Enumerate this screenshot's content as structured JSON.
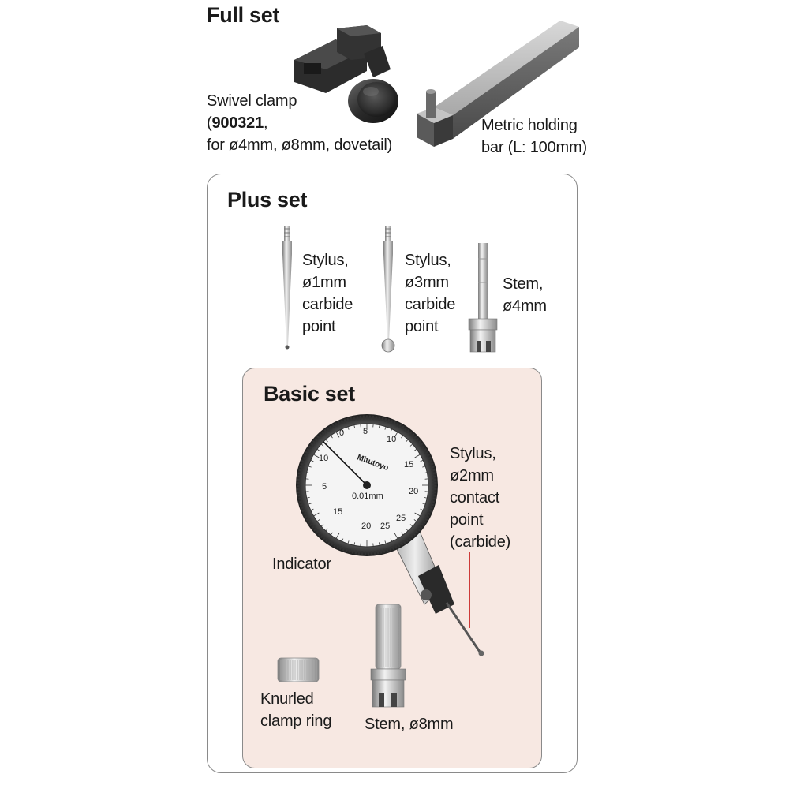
{
  "full_set": {
    "title": "Full set",
    "swivel_clamp": {
      "line1": "Swivel clamp",
      "line2_open": "(",
      "line2_code": "900321",
      "line2_close": ",",
      "line3": "for ø4mm, ø8mm, dovetail)"
    },
    "holding_bar": {
      "line1": "Metric holding",
      "line2": "bar (L: 100mm)"
    }
  },
  "plus_set": {
    "title": "Plus set",
    "stylus_1mm": {
      "line1": "Stylus,",
      "line2": "ø1mm",
      "line3": "carbide",
      "line4": "point"
    },
    "stylus_3mm": {
      "line1": "Stylus,",
      "line2": "ø3mm",
      "line3": "carbide",
      "line4": "point"
    },
    "stem_4mm": {
      "line1": "Stem,",
      "line2": "ø4mm"
    }
  },
  "basic_set": {
    "title": "Basic set",
    "indicator_label": "Indicator",
    "stylus_2mm": {
      "line1": "Stylus,",
      "line2": "ø2mm",
      "line3": "contact",
      "line4": "point",
      "line5": "(carbide)"
    },
    "clamp_ring": {
      "line1": "Knurled",
      "line2": "clamp ring"
    },
    "stem_8mm": "Stem, ø8mm",
    "dial": {
      "brand": "Mitutoyo",
      "resolution": "0.01mm",
      "ticks": [
        "0",
        "5",
        "10",
        "15",
        "20",
        "25",
        "15",
        "20",
        "25",
        "10",
        "5"
      ]
    }
  },
  "colors": {
    "basic_bg": "#f7e8e2",
    "leader_line": "#c00000",
    "box_border": "#8a8a8a"
  }
}
